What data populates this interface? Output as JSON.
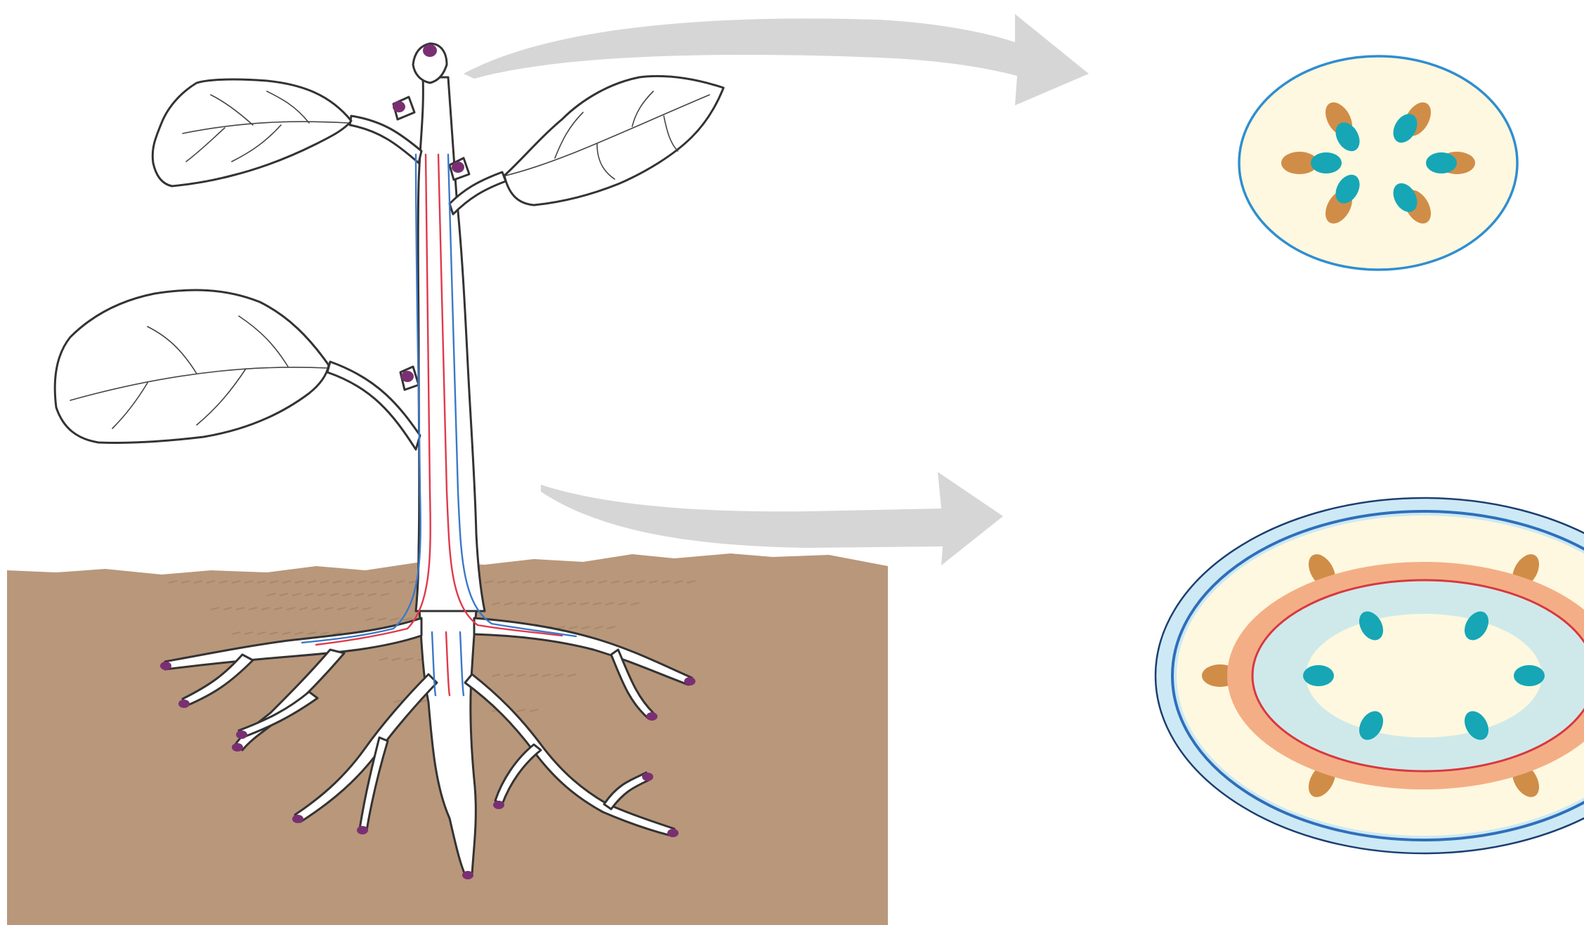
{
  "colors": {
    "background": "#ffffff",
    "soil": "#b9977a",
    "soil_hatch": "#9b7b5f",
    "plant_fill": "#ffffff",
    "plant_outline": "#333333",
    "bud": "#7a2f73",
    "root_tip": "#7a2f73",
    "arrow": "#d6d6d6",
    "xylem_line": "#e0394b",
    "phloem_line": "#3a78c8",
    "stem_section_fill": "#fdf8df",
    "stem_section_outline": "#2f8ed0",
    "phloem_cap": "#d08d48",
    "xylem_bundle": "#16a6b6",
    "root_section_outer_ring": "#cde9f6",
    "root_section_outer_line": "#2f6fb9",
    "root_section_cortex": "#fdf8df",
    "root_section_endodermis_band": "#f4ae85",
    "root_section_pericycle_line": "#d9373f",
    "root_section_stele": "#cfe9ea",
    "root_section_pith": "#fdf8df"
  },
  "icons": {
    "plant": "seedling-with-roots",
    "top_arrow": "curved-arrow-right",
    "bottom_arrow": "curved-arrow-right",
    "stem_cross_section": "stem-cross-section",
    "root_cross_section": "root-cross-section"
  }
}
